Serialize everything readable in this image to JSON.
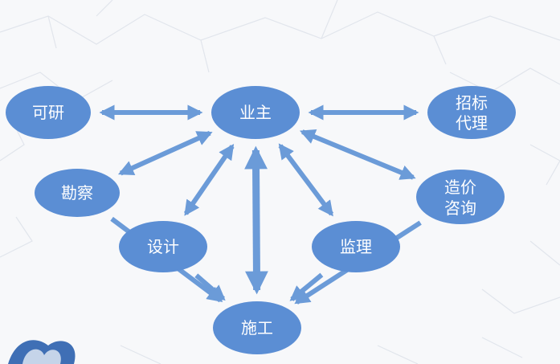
{
  "diagram": {
    "nodes": {
      "owner": [
        "业主"
      ],
      "research": [
        "可研"
      ],
      "survey": [
        "勘察"
      ],
      "design": [
        "设计"
      ],
      "tender_agent": [
        "招标",
        "代理"
      ],
      "cost_consult": [
        "造价",
        "咨询"
      ],
      "supervision": [
        "监理"
      ],
      "construction": [
        "施工"
      ]
    },
    "edges": [
      {
        "from": "research",
        "to": "owner",
        "direction": "both"
      },
      {
        "from": "owner",
        "to": "tender_agent",
        "direction": "both"
      },
      {
        "from": "survey",
        "to": "owner",
        "direction": "both"
      },
      {
        "from": "design",
        "to": "owner",
        "direction": "both"
      },
      {
        "from": "owner",
        "to": "construction",
        "direction": "both"
      },
      {
        "from": "owner",
        "to": "supervision",
        "direction": "both"
      },
      {
        "from": "owner",
        "to": "cost_consult",
        "direction": "both"
      },
      {
        "from": "survey",
        "to": "construction",
        "direction": "forward"
      },
      {
        "from": "design",
        "to": "construction",
        "direction": "forward"
      },
      {
        "from": "supervision",
        "to": "construction",
        "direction": "forward"
      },
      {
        "from": "cost_consult",
        "to": "construction",
        "direction": "forward"
      }
    ]
  },
  "colors": {
    "node_fill": "#5b8ed4",
    "arrow_fill": "#6b9bd8",
    "label": "#ffffff",
    "background": "#f7f8fa",
    "pattern": "#e1e5ec"
  }
}
